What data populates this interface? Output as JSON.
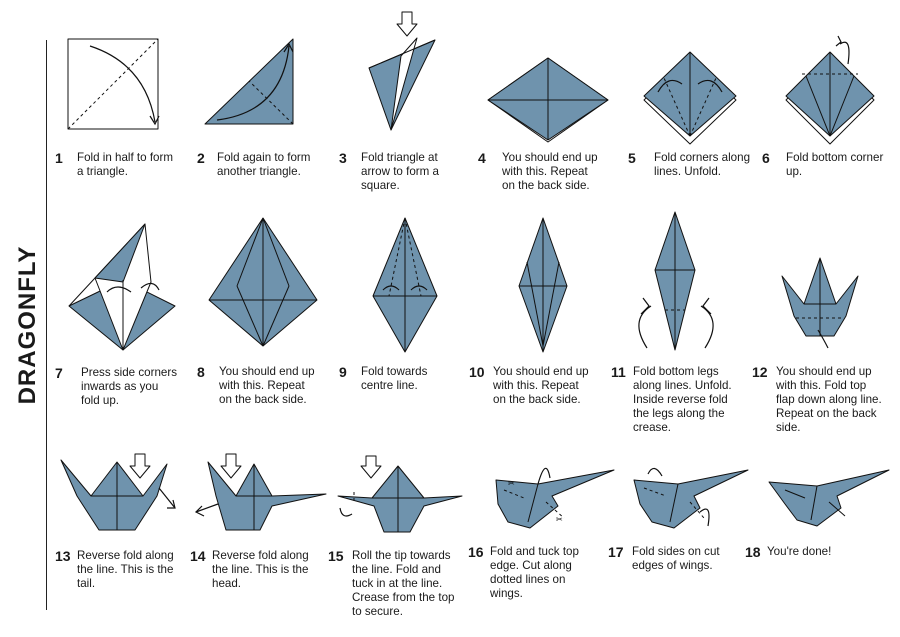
{
  "title": "DRAGONFLY",
  "colors": {
    "paper": "#6f93ad",
    "outline": "#111111",
    "background": "#ffffff"
  },
  "steps": [
    {
      "n": "1",
      "text": "Fold in half to form\na triangle."
    },
    {
      "n": "2",
      "text": "Fold again to form\nanother triangle."
    },
    {
      "n": "3",
      "text": "Fold triangle at\narrow to form a\nsquare."
    },
    {
      "n": "4",
      "text": "You should end up\nwith this. Repeat\non the back side."
    },
    {
      "n": "5",
      "text": "Fold corners along\nlines. Unfold."
    },
    {
      "n": "6",
      "text": "Fold bottom corner\nup."
    },
    {
      "n": "7",
      "text": "Press side corners\ninwards as you\nfold up."
    },
    {
      "n": "8",
      "text": "You should end up\nwith this. Repeat\non the back side."
    },
    {
      "n": "9",
      "text": "Fold towards\ncentre line."
    },
    {
      "n": "10",
      "text": "You should end up\nwith this. Repeat\non the back side."
    },
    {
      "n": "11",
      "text": "Fold bottom legs\nalong lines. Unfold.\nInside reverse fold\nthe legs along the\ncrease."
    },
    {
      "n": "12",
      "text": "You should end up\nwith this. Fold top\nflap down along line.\nRepeat on the back\nside."
    },
    {
      "n": "13",
      "text": "Reverse fold along\nthe line. This is the\ntail."
    },
    {
      "n": "14",
      "text": "Reverse fold along\nthe line. This is the\nhead."
    },
    {
      "n": "15",
      "text": "Roll the tip towards\nthe line. Fold and\ntuck in at the line.\nCrease from the top\nto secure."
    },
    {
      "n": "16",
      "text": "Fold and tuck top\nedge. Cut along\ndotted lines on\nwings."
    },
    {
      "n": "17",
      "text": "Fold sides on cut\nedges of wings."
    },
    {
      "n": "18",
      "text": "You're done!"
    }
  ]
}
